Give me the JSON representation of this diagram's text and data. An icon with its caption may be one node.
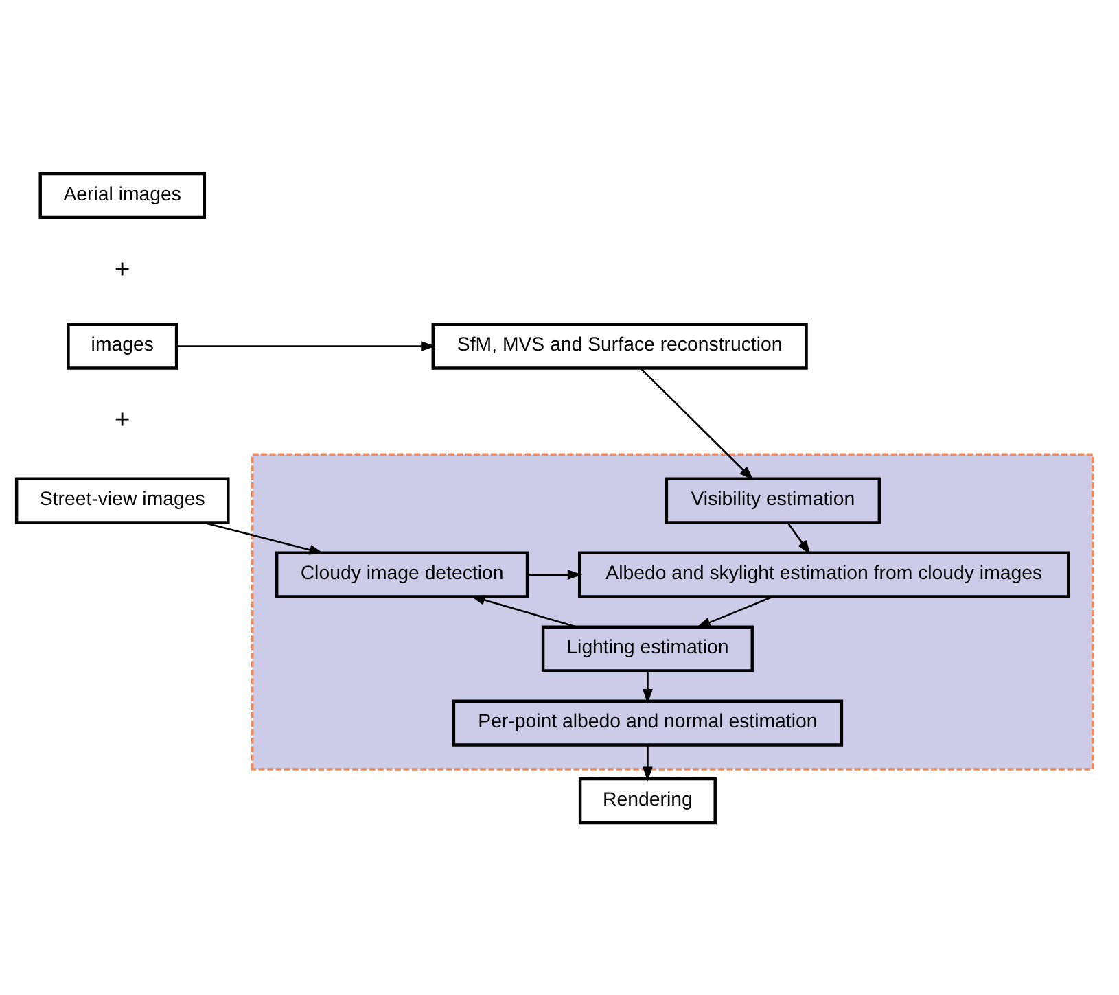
{
  "diagram": {
    "nodes": [
      {
        "text": [
          "Aerial images"
        ]
      },
      {
        "text": [
          "images"
        ]
      },
      {
        "text": [
          "Street-view images"
        ]
      },
      {
        "text": [
          "SfM, MVS and Surface reconstruction"
        ]
      },
      {
        "text": [],
        "shape": "box"
      },
      {
        "text": [
          "Visibility estimation"
        ],
        "in": 4
      },
      {
        "text": [
          "Cloudy image detection"
        ],
        "in": 4
      },
      {
        "text": [
          "Albedo and skylight estimation from cloudy images"
        ],
        "in": 4
      },
      {
        "text": [
          "Lighting estimation"
        ],
        "in": 4
      },
      {
        "text": [
          "Per-point albedo and normal estimation"
        ],
        "in": 4
      },
      {
        "text": [
          "Rendering"
        ]
      }
    ],
    "edges": [
      {
        "from": 1,
        "to": 3,
        "arrow": "to"
      },
      {
        "from": 3,
        "to": 5,
        "arrow": "to"
      },
      {
        "from": 5,
        "to": 7,
        "arrow": "to"
      },
      {
        "from": 2,
        "to": 6,
        "arrow": "to"
      },
      {
        "from": 6,
        "to": 7,
        "arrow": "to"
      },
      {
        "from": 7,
        "to": 8,
        "arrow": "to"
      },
      {
        "from": 8,
        "to": 6,
        "arrow": "to"
      },
      {
        "from": 8,
        "to": 9,
        "arrow": "to"
      },
      {
        "from": 9,
        "to": 10,
        "arrow": "to"
      }
    ],
    "labels": [
      "+",
      "+"
    ]
  }
}
